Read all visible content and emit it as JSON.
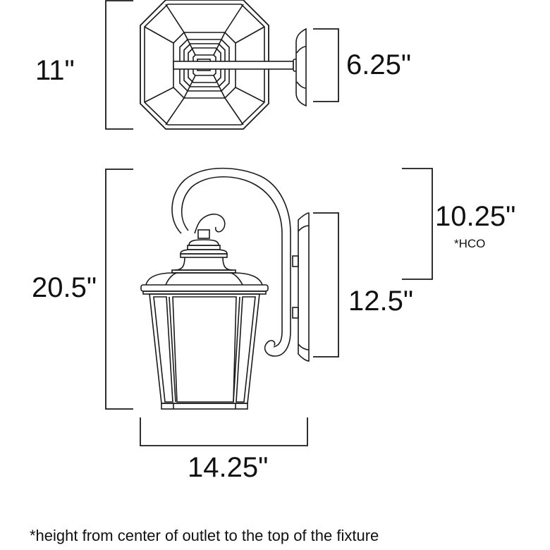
{
  "diagram": {
    "title": "Outdoor wall lantern dimension drawing",
    "top_view": {
      "overall_width_label": "11\"",
      "backplate_width_label": "6.25\""
    },
    "side_view": {
      "overall_height_label": "20.5\"",
      "backplate_height_label": "12.5\"",
      "hco_label": "10.25\"",
      "hco_note_marker": "*HCO",
      "extension_label": "14.25\""
    },
    "footnote": "*height from center of outlet to the top of the fixture",
    "colors": {
      "line": "#1a1a1a",
      "background": "#ffffff"
    }
  }
}
